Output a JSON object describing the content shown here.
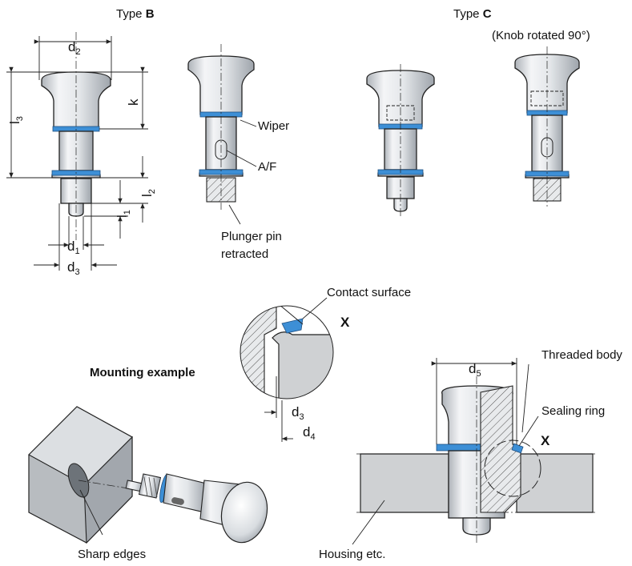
{
  "labels": {
    "type_b_prefix": "Type ",
    "type_b_letter": "B",
    "type_c_prefix": "Type ",
    "type_c_letter": "C",
    "knob_rotated": "(Knob rotated 90°)",
    "wiper": "Wiper",
    "af": "A/F",
    "plunger_pin_line1": "Plunger pin",
    "plunger_pin_line2": "retracted",
    "contact_surface": "Contact surface",
    "x_detail": "X",
    "x_main": "X",
    "mounting_example": "Mounting example",
    "threaded_body": "Threaded body",
    "sealing_ring": "Sealing ring",
    "sharp_edges": "Sharp edges",
    "housing": "Housing etc."
  },
  "dimensions": {
    "d2": {
      "sym": "d",
      "sub": "2"
    },
    "k": {
      "sym": "k"
    },
    "l3": {
      "sym": "l",
      "sub": "3"
    },
    "l2": {
      "sym": "l",
      "sub": "2"
    },
    "l1": {
      "sym": "l",
      "sub": "1"
    },
    "d1": {
      "sym": "d",
      "sub": "1"
    },
    "d3": {
      "sym": "d",
      "sub": "3"
    },
    "d3_detail": {
      "sym": "d",
      "sub": "3"
    },
    "d4": {
      "sym": "d",
      "sub": "4"
    },
    "d5": {
      "sym": "d",
      "sub": "5"
    }
  },
  "colors": {
    "accent_blue": "#3d8fd6",
    "metal_light": "#f2f3f5",
    "metal_dark": "#b9bec4",
    "housing_grey": "#cfd1d3"
  }
}
